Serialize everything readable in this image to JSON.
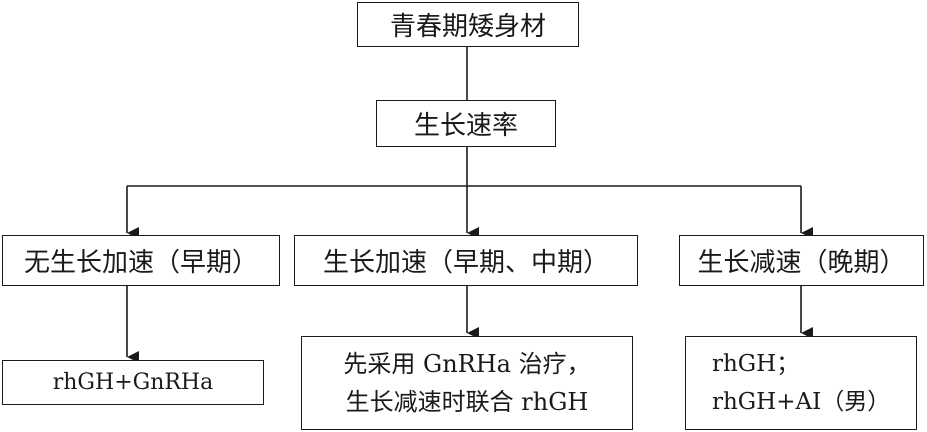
{
  "root": {
    "label": "青春期矮身材"
  },
  "rate": {
    "label": "生长速率"
  },
  "branches": [
    {
      "label": "无生长加速（早期）",
      "treatment_lines": [
        "rhGH+GnRHa"
      ]
    },
    {
      "label": "生长加速（早期、中期）",
      "treatment_lines": [
        "先采用 GnRHa 治疗，",
        "生长减速时联合 rhGH"
      ]
    },
    {
      "label": "生长减速（晚期）",
      "treatment_lines": [
        "rhGH；",
        "rhGH+AI（男）"
      ]
    }
  ],
  "colors": {
    "stroke": "#1a1a1a",
    "background": "#ffffff"
  }
}
